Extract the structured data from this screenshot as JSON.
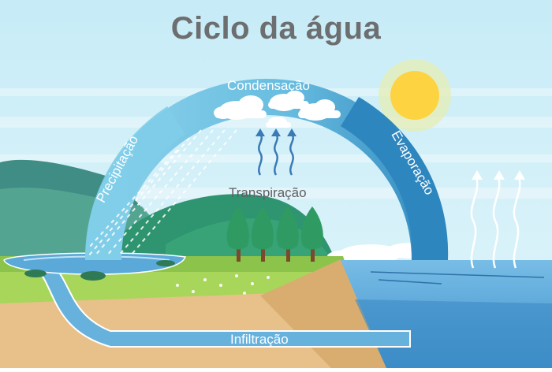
{
  "diagram": {
    "title": "Ciclo da água",
    "labels": {
      "condensation": "Condensação",
      "transpiration": "Transpiração",
      "infiltration": "Infiltração",
      "precipitation": "Precipitação",
      "evaporation": "Evaporação"
    },
    "colors": {
      "sky": "#cdeef6",
      "arc_light": "#74c4e2",
      "arc_dark": "#2f8cc0",
      "sun": "#fdd342",
      "grass": "#a7d65a",
      "sand": "#e7c189",
      "sea": "#4ea2d6",
      "title": "#6d6e70"
    }
  }
}
